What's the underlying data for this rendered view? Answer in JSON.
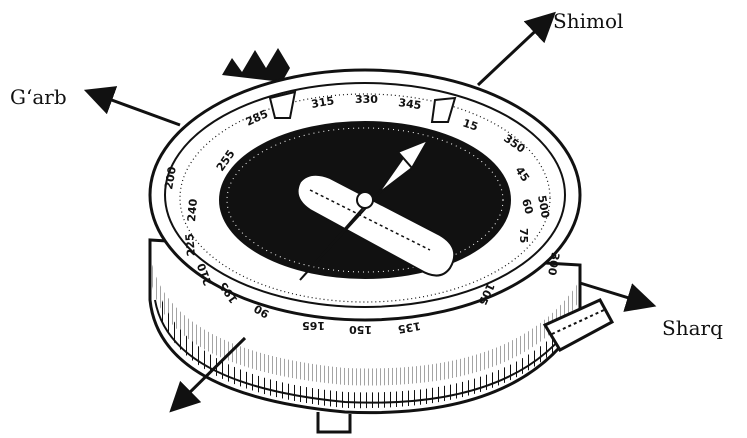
{
  "labels": {
    "north": "Shimol",
    "west": "G‘arb",
    "east": "Sharq"
  },
  "dial_numbers": {
    "top": [
      "285",
      "315",
      "330",
      "345",
      "15"
    ],
    "right": [
      "350",
      "45",
      "60",
      "75",
      "500",
      "300",
      "105"
    ],
    "left": [
      "200",
      "255",
      "240",
      "225",
      "210",
      "195"
    ],
    "bottom": [
      "90",
      "165",
      "150",
      "135"
    ]
  },
  "colors": {
    "ink": "#111111",
    "paper": "#ffffff"
  }
}
